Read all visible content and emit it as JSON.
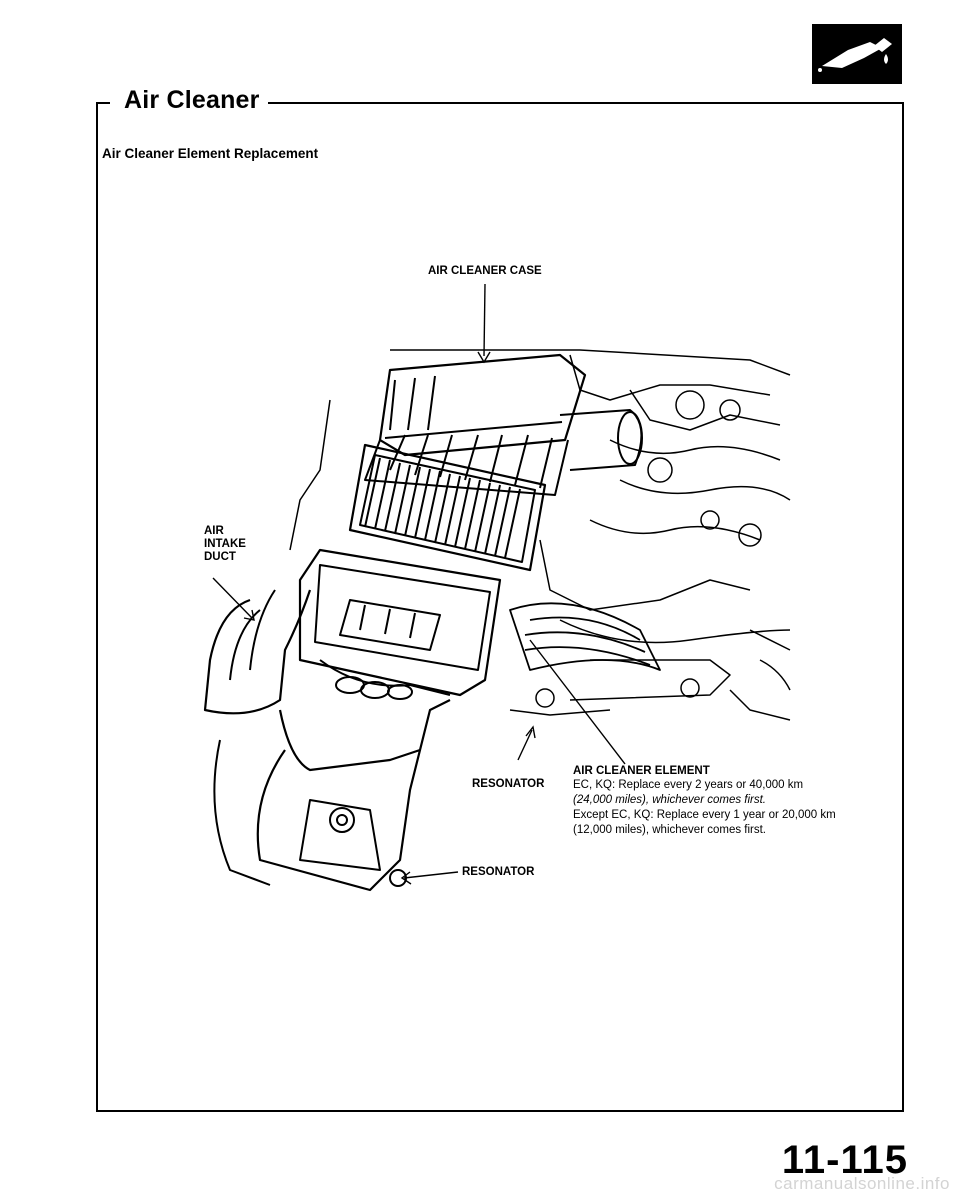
{
  "header": {
    "section_title": "Air Cleaner",
    "subtitle": "Air Cleaner Element Replacement",
    "badge_icon": "fuel-system-icon"
  },
  "callouts": {
    "air_cleaner_case": "AIR CLEANER CASE",
    "air_intake_duct": [
      "AIR",
      "INTAKE",
      "DUCT"
    ],
    "resonator_upper": "RESONATOR",
    "resonator_lower": "RESONATOR",
    "air_cleaner_element": "AIR CLEANER ELEMENT"
  },
  "service_note": {
    "line1": "EC, KQ: Replace every 2 years or 40,000 km",
    "line2": "(24,000 miles), whichever comes first.",
    "line3": "Except EC, KQ: Replace every 1 year or 20,000 km",
    "line4": "(12,000 miles), whichever comes first."
  },
  "footer": {
    "page_number": "11-115",
    "watermark": "carmanualsonline.info"
  }
}
